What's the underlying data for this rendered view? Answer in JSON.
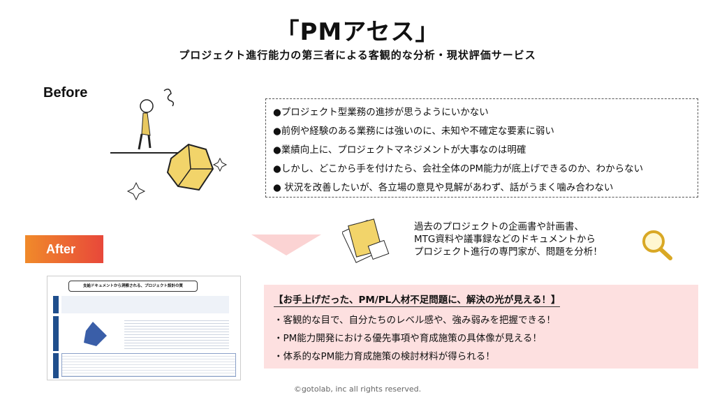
{
  "title": "「PMアセス」",
  "subtitle": "プロジェクト進行能力の第三者による客観的な分析・現状評価サービス",
  "before_label": "Before",
  "issues": [
    "●プロジェクト型業務の進捗が思うようにいかない",
    "●前例や経験のある業務には強いのに、未知や不確定な要素に弱い",
    "●業績向上に、プロジェクトマネジメントが大事なのは明確",
    "●しかし、どこから手を付けたら、会社全体のPM能力が底上げできるのか、わからない",
    "● 状況を改善したいが、各立場の意見や見解があわず、話がうまく噛み合わない"
  ],
  "after_label": "After",
  "analysis_lines": [
    "過去のプロジェクトの企画書や計画書、",
    "MTG資料や議事録などのドキュメントから",
    "プロジェクト進行の専門家が、問題を分析！"
  ],
  "report_title": "支給ドキュメントから洞察される、プロジェクト設計の質",
  "benefits": {
    "heading": "【お手上げだった、PM/PL人材不足問題に、解決の光が見える！】",
    "items": [
      "・客観的な目で、自分たちのレベル感や、強み弱みを把握できる！",
      "・PM能力開発における優先事項や育成施策の具体像が見える！",
      "・体系的なPM能力育成施策の検討材料が得られる！"
    ]
  },
  "copyright": "©gotolab, inc  all rights reserved.",
  "colors": {
    "pink": "#fde0e0",
    "after_start": "#f08a2a",
    "after_end": "#e8483a",
    "navy": "#1f4e8c"
  }
}
